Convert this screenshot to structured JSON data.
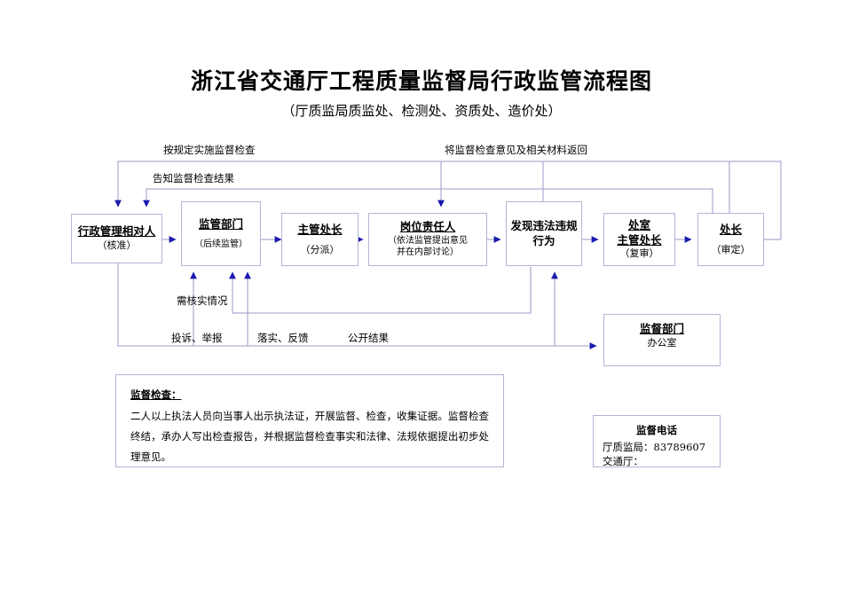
{
  "header": {
    "title": "浙江省交通厅工程质量监督局行政监管流程图",
    "subtitle": "（厅质监局质监处、检测处、资质处、造价处）"
  },
  "colors": {
    "box_border": "#b3b3d9",
    "connector_line": "#9a9ac8",
    "arrow_head": "#1a1aae",
    "text": "#000000",
    "background": "#ffffff"
  },
  "flow": {
    "nodes": [
      {
        "id": "counterpart",
        "title": "行政管理相对人",
        "sub": "（核准）",
        "sub2": "",
        "sub3": ""
      },
      {
        "id": "supervision-dept",
        "title": "监管部门",
        "sub": "（后续监管）",
        "sub2": "",
        "sub3": ""
      },
      {
        "id": "division-chief",
        "title": "主管处长",
        "sub": "（分派）",
        "sub2": "",
        "sub3": ""
      },
      {
        "id": "post-responsible",
        "title": "岗位责任人",
        "sub": "（依法监管提出意见",
        "sub2": "并在内部讨论）",
        "sub3": ""
      },
      {
        "id": "violation-found",
        "title": "发现违法违规",
        "sub": "行为",
        "sub2": "",
        "sub3": ""
      },
      {
        "id": "office-chief",
        "title": "处室",
        "sub": "主管处长",
        "sub2": "（复审）",
        "sub3": ""
      },
      {
        "id": "department-head",
        "title": "处长",
        "sub": "（审定）",
        "sub2": "",
        "sub3": ""
      }
    ],
    "supervisor_office": {
      "title": "监督部门",
      "sub": "办公室"
    }
  },
  "edge_labels": {
    "implement_inspection": "按规定实施监督检查",
    "notify_result": "告知监督检查结果",
    "return_materials": "将监督检查意见及相关材料返回",
    "need_verify": "需核实情况",
    "complaint_report": "投诉、举报",
    "implement_feedback": "落实、反馈",
    "publish_result": "公开结果"
  },
  "note": {
    "heading": "监督检查：",
    "body": "二人以上执法人员向当事人出示执法证，开展监督、检查，收集证据。监督检查终结，承办人写出检查报告，并根据监督检查事实和法律、法规依据提出初步处理意见。"
  },
  "phone": {
    "heading": "监督电话",
    "line1": "厅质监局：83789607",
    "line2": "交通厅："
  }
}
